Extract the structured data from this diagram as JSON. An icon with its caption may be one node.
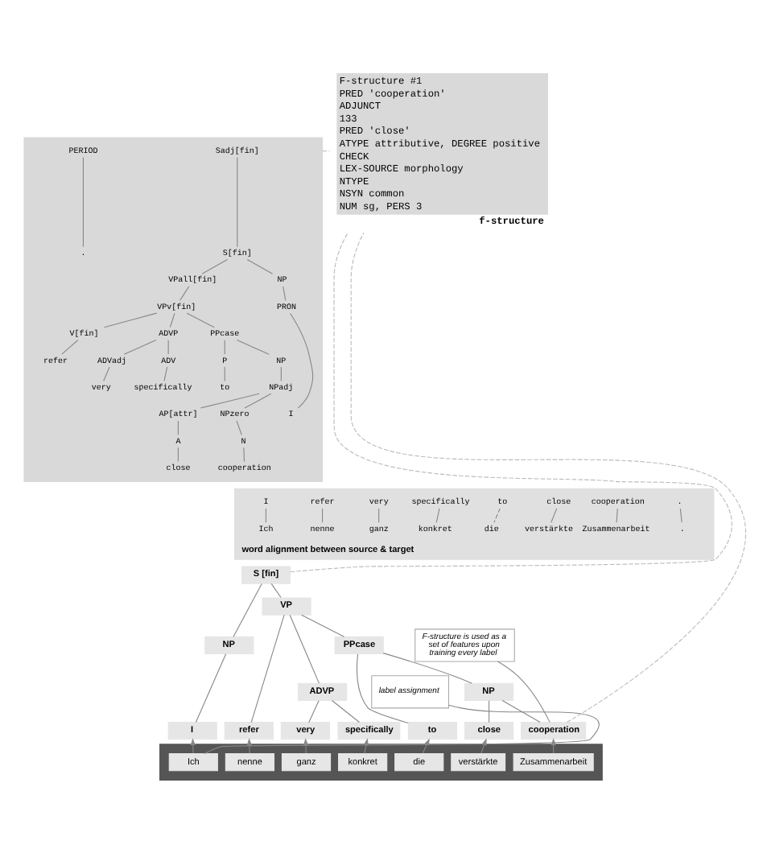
{
  "diagram": {
    "nodes": [
      {
        "text": [],
        "shape": "box"
      },
      {
        "text": [
          "Sadj[fin]"
        ],
        "in": 0
      },
      {
        "text": [
          "PERIOD"
        ],
        "in": 0
      },
      {
        "text": [
          "S[fin]"
        ],
        "in": 0
      },
      {
        "text": [
          "."
        ],
        "in": 0
      },
      {
        "text": [
          "NP"
        ],
        "in": 0
      },
      {
        "text": [
          "VPall[fin]"
        ],
        "in": 0
      },
      {
        "text": [
          "PRON"
        ],
        "in": 0
      },
      {
        "text": [
          "VPv[fin]"
        ],
        "in": 0
      },
      {
        "text": [
          "I"
        ],
        "in": 0
      },
      {
        "text": [
          "V[fin]"
        ],
        "in": 0
      },
      {
        "text": [
          "ADVP"
        ],
        "in": 0
      },
      {
        "text": [
          "PPcase"
        ],
        "in": 0
      },
      {
        "text": [
          "refer"
        ],
        "in": 0
      },
      {
        "text": [
          "ADVadj"
        ],
        "in": 0
      },
      {
        "text": [
          "ADV"
        ],
        "in": 0
      },
      {
        "text": [
          "P"
        ],
        "in": 0
      },
      {
        "text": [
          "NP"
        ],
        "in": 0
      },
      {
        "text": [
          "very"
        ],
        "in": 0
      },
      {
        "text": [
          "specifically"
        ],
        "in": 0
      },
      {
        "text": [
          "to"
        ],
        "in": 0
      },
      {
        "text": [
          "NPadj"
        ],
        "in": 0
      },
      {
        "text": [
          "AP[attr]"
        ],
        "in": 0
      },
      {
        "text": [
          "NPzero"
        ],
        "in": 0
      },
      {
        "text": [
          "A"
        ],
        "in": 0
      },
      {
        "text": [
          "N"
        ],
        "in": 0
      },
      {
        "text": [
          "close"
        ],
        "in": 0
      },
      {
        "text": [
          "cooperation"
        ],
        "in": 0
      },
      {
        "text": [
          "F-structure #1",
          "PRED 'cooperation'",
          "ADJUNCT",
          "133",
          "PRED 'close'",
          "ATYPE attributive, DEGREE positive",
          "CHECK",
          "LEX-SOURCE morphology",
          "NTYPE",
          "NSYN common",
          "NUM sg, PERS 3"
        ],
        "beside": [
          "f-structure"
        ]
      },
      {
        "text": [],
        "shape": "box",
        "beside": [
          "word alignment between source & target"
        ]
      },
      {
        "text": [
          "I"
        ],
        "in": 29
      },
      {
        "text": [
          "refer"
        ],
        "in": 29
      },
      {
        "text": [
          "very"
        ],
        "in": 29
      },
      {
        "text": [
          "specifically"
        ],
        "in": 29
      },
      {
        "text": [
          "to"
        ],
        "in": 29
      },
      {
        "text": [
          "close"
        ],
        "in": 29
      },
      {
        "text": [
          "cooperation"
        ],
        "in": 29
      },
      {
        "text": [
          "."
        ],
        "in": 29
      },
      {
        "text": [
          "Ich"
        ],
        "in": 29
      },
      {
        "text": [
          "nenne"
        ],
        "in": 29
      },
      {
        "text": [
          "ganz"
        ],
        "in": 29
      },
      {
        "text": [
          "konkret"
        ],
        "in": 29
      },
      {
        "text": [
          "die"
        ],
        "in": 29
      },
      {
        "text": [
          "verstärkte"
        ],
        "in": 29
      },
      {
        "text": [
          "Zusammenarbeit"
        ],
        "in": 29
      },
      {
        "text": [
          "."
        ],
        "in": 29
      },
      {
        "text": [
          "S [fin]"
        ]
      },
      {
        "text": [
          "NP"
        ]
      },
      {
        "text": [
          "VP"
        ]
      },
      {
        "text": [
          "PPcase"
        ]
      },
      {
        "text": [
          "F-structure is used as a set of features upon training every label"
        ]
      },
      {
        "text": [
          "label assignment"
        ]
      },
      {
        "text": [
          "ADVP"
        ]
      },
      {
        "text": [
          "NP"
        ]
      },
      {
        "text": [
          "I"
        ]
      },
      {
        "text": [
          "refer"
        ]
      },
      {
        "text": [
          "very"
        ]
      },
      {
        "text": [
          "specifically"
        ]
      },
      {
        "text": [
          "to"
        ]
      },
      {
        "text": [
          "close"
        ]
      },
      {
        "text": [
          "cooperation"
        ]
      },
      {
        "text": [],
        "shape": "bar"
      },
      {
        "text": [
          "Ich"
        ],
        "in": 61
      },
      {
        "text": [
          "nenne"
        ],
        "in": 61
      },
      {
        "text": [
          "ganz"
        ],
        "in": 61
      },
      {
        "text": [
          "konkret"
        ],
        "in": 61
      },
      {
        "text": [
          "die"
        ],
        "in": 61
      },
      {
        "text": [
          "verstärkte"
        ],
        "in": 61
      },
      {
        "text": [
          "Zusammenarbeit"
        ],
        "in": 61
      }
    ],
    "edges": [
      {
        "from": 1,
        "to": 3,
        "arrow": "none"
      },
      {
        "from": 2,
        "to": 4,
        "arrow": "none"
      },
      {
        "from": 3,
        "to": 5,
        "arrow": "none"
      },
      {
        "from": 3,
        "to": 6,
        "arrow": "none"
      },
      {
        "from": 5,
        "to": 7,
        "arrow": "none"
      },
      {
        "from": 6,
        "to": 8,
        "arrow": "none"
      },
      {
        "from": 7,
        "to": 9,
        "arrow": "none"
      },
      {
        "from": 8,
        "to": 10,
        "arrow": "none"
      },
      {
        "from": 8,
        "to": 11,
        "arrow": "none"
      },
      {
        "from": 8,
        "to": 12,
        "arrow": "none"
      },
      {
        "from": 10,
        "to": 13,
        "arrow": "none"
      },
      {
        "from": 11,
        "to": 14,
        "arrow": "none"
      },
      {
        "from": 11,
        "to": 15,
        "arrow": "none"
      },
      {
        "from": 12,
        "to": 16,
        "arrow": "none"
      },
      {
        "from": 12,
        "to": 17,
        "arrow": "none"
      },
      {
        "from": 14,
        "to": 18,
        "arrow": "none"
      },
      {
        "from": 15,
        "to": 19,
        "arrow": "none"
      },
      {
        "from": 16,
        "to": 20,
        "arrow": "none"
      },
      {
        "from": 17,
        "to": 21,
        "arrow": "none"
      },
      {
        "from": 21,
        "to": 22,
        "arrow": "none"
      },
      {
        "from": 21,
        "to": 23,
        "arrow": "none"
      },
      {
        "from": 22,
        "to": 24,
        "arrow": "none"
      },
      {
        "from": 23,
        "to": 25,
        "arrow": "none"
      },
      {
        "from": 24,
        "to": 26,
        "arrow": "none"
      },
      {
        "from": 25,
        "to": 27,
        "arrow": "none"
      },
      {
        "from": 0,
        "to": 28,
        "arrow": "none",
        "style": "dashed",
        "color": "#bbbbbb"
      },
      {
        "from": 30,
        "to": 38,
        "arrow": "none"
      },
      {
        "from": 31,
        "to": 39,
        "arrow": "none"
      },
      {
        "from": 32,
        "to": 40,
        "arrow": "none"
      },
      {
        "from": 33,
        "to": 41,
        "arrow": "none"
      },
      {
        "from": 34,
        "to": 42,
        "arrow": "none",
        "style": "dashed"
      },
      {
        "from": 35,
        "to": 43,
        "arrow": "none"
      },
      {
        "from": 36,
        "to": 44,
        "arrow": "none"
      },
      {
        "from": 37,
        "to": 45,
        "arrow": "none"
      },
      {
        "from": 46,
        "to": 28,
        "arrow": "none",
        "style": "dashed",
        "color": "#bbbbbb"
      },
      {
        "from": 46,
        "to": 47,
        "arrow": "none"
      },
      {
        "from": 46,
        "to": 48,
        "arrow": "none"
      },
      {
        "from": 47,
        "to": 54,
        "arrow": "none"
      },
      {
        "from": 48,
        "to": 55,
        "arrow": "none"
      },
      {
        "from": 48,
        "to": 52,
        "arrow": "none"
      },
      {
        "from": 48,
        "to": 49,
        "arrow": "none"
      },
      {
        "from": 52,
        "to": 56,
        "arrow": "none"
      },
      {
        "from": 52,
        "to": 57,
        "arrow": "none"
      },
      {
        "from": 49,
        "to": 58,
        "arrow": "none"
      },
      {
        "from": 49,
        "to": 53,
        "arrow": "none"
      },
      {
        "from": 53,
        "to": 59,
        "arrow": "none"
      },
      {
        "from": 53,
        "to": 60,
        "arrow": "none"
      },
      {
        "from": 50,
        "to": 60,
        "arrow": "none"
      },
      {
        "from": 51,
        "to": 62,
        "arrow": "none"
      },
      {
        "from": 60,
        "to": 28,
        "arrow": "none",
        "style": "dashed",
        "color": "#bbbbbb"
      },
      {
        "from": 62,
        "to": 54,
        "arrow": "to"
      },
      {
        "from": 63,
        "to": 55,
        "arrow": "to"
      },
      {
        "from": 64,
        "to": 56,
        "arrow": "to"
      },
      {
        "from": 65,
        "to": 57,
        "arrow": "to"
      },
      {
        "from": 66,
        "to": 58,
        "arrow": "to"
      },
      {
        "from": 67,
        "to": 59,
        "arrow": "to"
      },
      {
        "from": 68,
        "to": 60,
        "arrow": "to"
      }
    ]
  }
}
